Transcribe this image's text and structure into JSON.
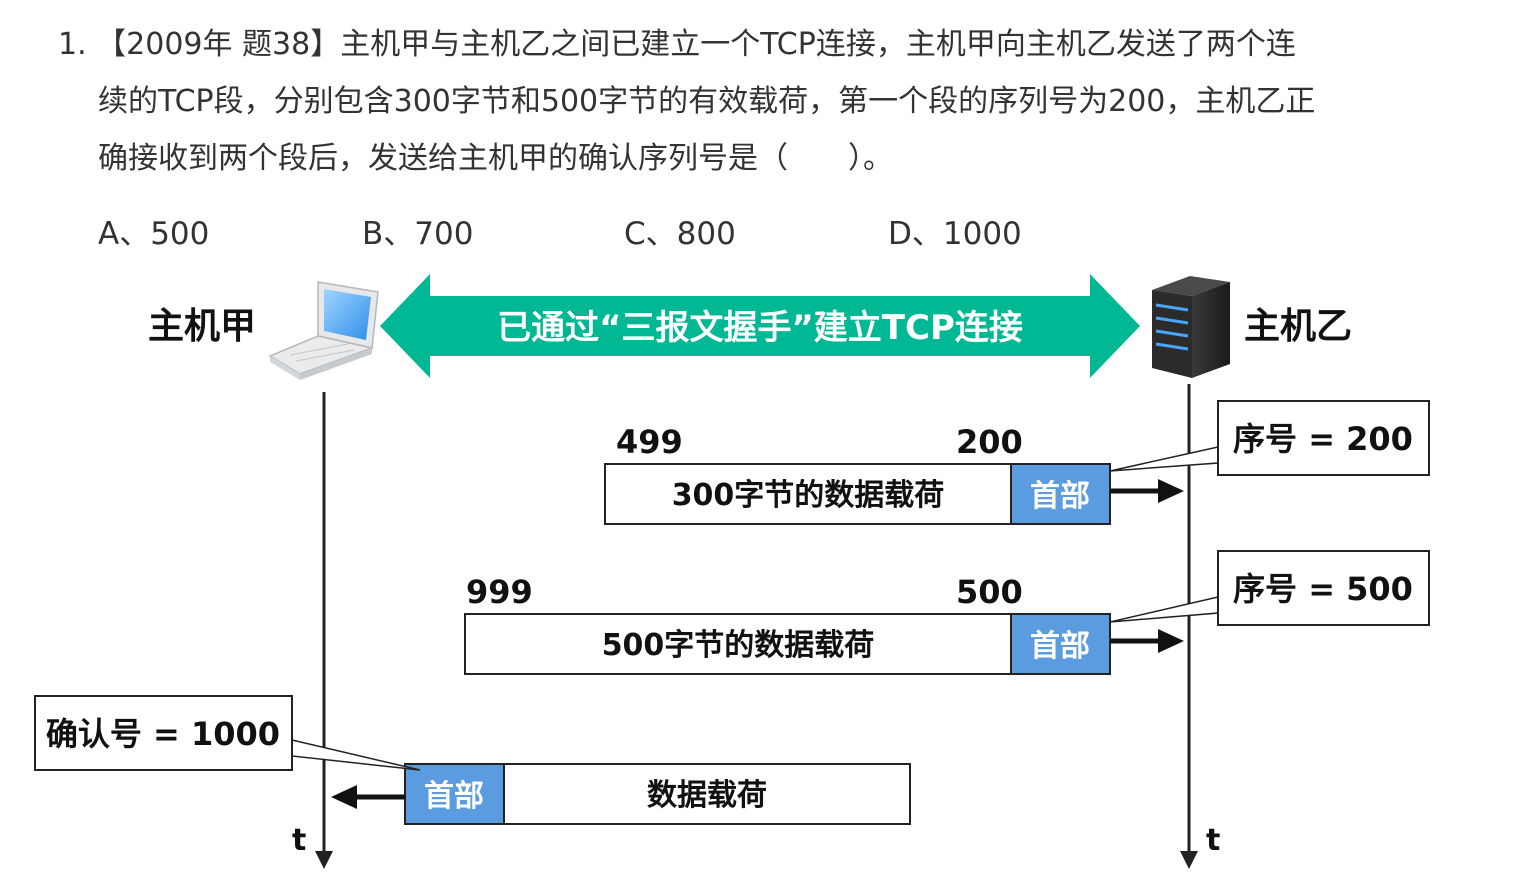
{
  "question": {
    "number": "1.",
    "line1": "【2009年 题38】主机甲与主机乙之间已建立一个TCP连接，主机甲向主机乙发送了两个连",
    "line2": "续的TCP段，分别包含300字节和500字节的有效载荷，第一个段的序列号为200，主机乙正",
    "line3": "确接收到两个段后，发送给主机甲的确认序列号是（　　）。"
  },
  "options": [
    {
      "label": "A、500"
    },
    {
      "label": "B、700"
    },
    {
      "label": "C、800"
    },
    {
      "label": "D、1000"
    }
  ],
  "diagram": {
    "host_a": "主机甲",
    "host_b": "主机乙",
    "handshake_banner": "已通过“三报文握手”建立TCP连接",
    "segment1": {
      "start_num": "499",
      "end_num": "200",
      "payload": "300字节的数据载荷",
      "header": "首部",
      "callout": "序号 = 200"
    },
    "segment2": {
      "start_num": "999",
      "end_num": "500",
      "payload": "500字节的数据载荷",
      "header": "首部",
      "callout": "序号 = 500"
    },
    "ack_segment": {
      "header": "首部",
      "payload": "数据载荷",
      "callout": "确认号 = 1000"
    },
    "time_label_left": "t",
    "time_label_right": "t",
    "colors": {
      "banner": "#00b894",
      "header_box": "#5b9bdf",
      "line": "#222222"
    }
  }
}
